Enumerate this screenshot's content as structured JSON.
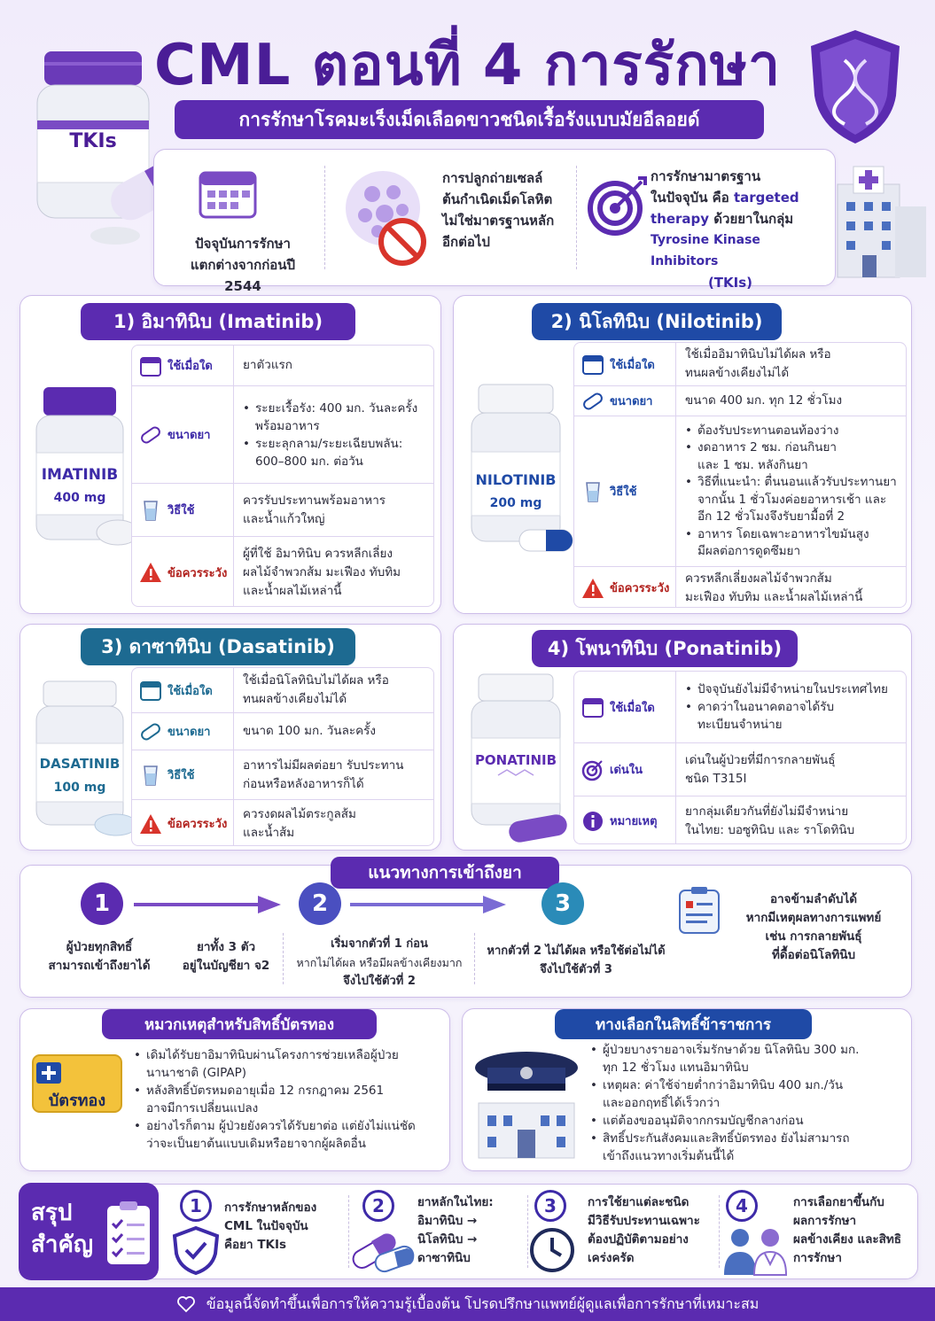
{
  "title": "CML ตอนที่ 4 การรักษา",
  "subtitle": "การรักษาโรคมะเร็งเม็ดเลือดขาวชนิดเรื้อรังแบบมัยอีลอยด์",
  "top_bottle_label": "TKIs",
  "intro": {
    "col1": [
      "ปัจจุบันการรักษา",
      "แตกต่างจากก่อนปี 2544"
    ],
    "col2": [
      "การปลูกถ่ายเซลล์",
      "ต้นกำเนิดเม็ดโลหิต",
      "ไม่ใช่มาตรฐานหลัก",
      "อีกต่อไป"
    ],
    "col3a": "การรักษามาตรฐาน",
    "col3b": "ในปัจจุบัน คือ ",
    "col3c": "targeted",
    "col3d": "therapy",
    "col3e": " ด้วยยาในกลุ่ม",
    "col3f": "Tyrosine Kinase Inhibitors",
    "col3g": "(TKIs)"
  },
  "labels": {
    "when": "ใช้เมื่อใด",
    "dose": "ขนาดยา",
    "how": "วิธีใช้",
    "warn": "ข้อควรระวัง",
    "used": "เด่นใน",
    "note": "หมายเหตุ"
  },
  "drug1": {
    "title": "1) อิมาทินิบ (Imatinib)",
    "bottle_name": "IMATINIB",
    "bottle_dose": "400 mg",
    "when": "ยาตัวแรก",
    "dose": [
      "ระยะเรื้อรัง: 400 มก. วันละครั้ง",
      "พร้อมอาหาร",
      "ระยะลุกลาม/ระยะเฉียบพลัน:",
      "600–800 มก. ต่อวัน"
    ],
    "how": [
      "ควรรับประทานพร้อมอาหาร",
      "และน้ำแก้วใหญ่"
    ],
    "warn": [
      "ผู้ที่ใช้ อิมาทินิบ ควรหลีกเลี่ยง",
      "ผลไม้จำพวกส้ม มะเฟือง ทับทิม",
      "และน้ำผลไม้เหล่านี้"
    ]
  },
  "drug2": {
    "title": "2) นิโลทินิบ (Nilotinib)",
    "bottle_name": "NILOTINIB",
    "bottle_dose": "200 mg",
    "when": [
      "ใช้เมื่ออิมาทินิบไม่ได้ผล หรือ",
      "ทนผลข้างเคียงไม่ได้"
    ],
    "dose": "ขนาด 400 มก. ทุก 12 ชั่วโมง",
    "how": [
      "ต้องรับประทานตอนท้องว่าง",
      "งดอาหาร 2 ชม. ก่อนกินยา",
      "และ 1 ชม. หลังกินยา",
      "วิธีที่แนะนำ: ตื่นนอนแล้วรับประทานยา",
      "จากนั้น 1 ชั่วโมงค่อยอาหารเช้า และ",
      "อีก 12 ชั่วโมงจึงรับยามื้อที่ 2",
      "อาหาร โดยเฉพาะอาหารไขมันสูง",
      "มีผลต่อการดูดซึมยา"
    ],
    "warn": [
      "ควรหลีกเลี่ยงผลไม้จำพวกส้ม",
      "มะเฟือง ทับทิม และน้ำผลไม้เหล่านี้"
    ]
  },
  "drug3": {
    "title": "3) ดาซาทินิบ (Dasatinib)",
    "bottle_name": "DASATINIB",
    "bottle_dose": "100 mg",
    "when": [
      "ใช้เมื่อนิโลทินิบไม่ได้ผล หรือ",
      "ทนผลข้างเคียงไม่ได้"
    ],
    "dose": "ขนาด 100 มก. วันละครั้ง",
    "how": [
      "อาหารไม่มีผลต่อยา รับประทาน",
      "ก่อนหรือหลังอาหารก็ได้"
    ],
    "warn": [
      "ควรงดผลไม้ตระกูลส้ม",
      "และน้ำส้ม"
    ]
  },
  "drug4": {
    "title": "4) โพนาทินิบ (Ponatinib)",
    "bottle_name": "PONATINIB",
    "when": [
      "ปัจจุบันยังไม่มีจำหน่ายในประเทศไทย",
      "คาดว่าในอนาคตอาจได้รับ",
      "ทะเบียนจำหน่าย"
    ],
    "used": [
      "เด่นในผู้ป่วยที่มีการกลายพันธุ์",
      "ชนิด T315I"
    ],
    "note": [
      "ยากลุ่มเดียวกันที่ยังไม่มีจำหน่าย",
      "ในไทย: บอซูทินิบ และ ราโดทินิบ"
    ]
  },
  "access": {
    "title": "แนวทางการเข้าถึงยา",
    "n1": "1",
    "n2": "2",
    "n3": "3",
    "t1": [
      "ผู้ป่วยทุกสิทธิ์",
      "สามารถเข้าถึงยาได้"
    ],
    "t2": [
      "ยาทั้ง 3 ตัว",
      "อยู่ในบัญชียา จ2"
    ],
    "t3a": "เริ่มจากตัวที่ 1 ก่อน",
    "t3b": "หากไม่ได้ผล หรือมีผลข้างเคียงมาก",
    "t3c": "จึงไปใช้ตัวที่ 2",
    "t4": [
      "หากตัวที่ 2 ไม่ได้ผล หรือใช้ต่อไม่ได้",
      "จึงไปใช้ตัวที่ 3"
    ],
    "t5": [
      "อาจข้ามลำดับได้",
      "หากมีเหตุผลทางการแพทย์",
      "เช่น การกลายพันธุ์",
      "ที่ดื้อต่อนิโลทินิบ"
    ]
  },
  "gold": {
    "title": "หมวกเหตุสำหรับสิทธิ์บัตรทอง",
    "card_label": "บัตรทอง",
    "items": [
      [
        "เดิมได้รับยาอิมาทินิบผ่านโครงการช่วยเหลือผู้ป่วย",
        "นานาชาติ (GIPAP)"
      ],
      [
        "หลังสิทธิ์บัตรหมดอายุเมื่อ 12 กรกฎาคม 2561",
        "อาจมีการเปลี่ยนแปลง"
      ],
      [
        "อย่างไรก็ตาม ผู้ป่วยยังควรได้รับยาต่อ แต่ยังไม่แน่ชัด",
        "ว่าจะเป็นยาต้นแบบเดิมหรือยาจากผู้ผลิตอื่น"
      ]
    ]
  },
  "civil": {
    "title": "ทางเลือกในสิทธิ์ข้าราชการ",
    "items": [
      [
        "ผู้ป่วยบางรายอาจเริ่มรักษาด้วย นิโลทินิบ 300 มก.",
        "ทุก 12 ชั่วโมง แทนอิมาทินิบ"
      ],
      [
        "เหตุผล: ค่าใช้จ่ายต่ำกว่าอิมาทินิบ 400 มก./วัน",
        "และออกฤทธิ์ได้เร็วกว่า"
      ],
      [
        "แต่ต้องขออนุมัติจากกรมบัญชีกลางก่อน"
      ],
      [
        "สิทธิ์ประกันสังคมและสิทธิ์บัตรทอง ยังไม่สามารถ",
        "เข้าถึงแนวทางเริ่มต้นนี้ได้"
      ]
    ]
  },
  "summary": {
    "title1": "สรุป",
    "title2": "สำคัญ",
    "n1": "1",
    "n2": "2",
    "n3": "3",
    "n4": "4",
    "t1": [
      "การรักษาหลักของ",
      "CML ในปัจจุบัน",
      "คือยา TKIs"
    ],
    "t2": [
      "ยาหลักในไทย:",
      "อิมาทินิบ →",
      "นิโลทินิบ →",
      "ดาซาทินิบ"
    ],
    "t3": [
      "การใช้ยาแต่ละชนิด",
      "มีวิธีรับประทานเฉพาะ",
      "ต้องปฏิบัติตามอย่าง",
      "เคร่งครัด"
    ],
    "t4": [
      "การเลือกยาขึ้นกับ",
      "ผลการรักษา",
      "ผลข้างเคียง และสิทธิ",
      "การรักษา"
    ]
  },
  "footer": "ข้อมูลนี้จัดทำขึ้นเพื่อการให้ความรู้เบื้องต้น โปรดปรึกษาแพทย์ผู้ดูแลเพื่อการรักษาที่เหมาะสม",
  "colors": {
    "primary": "#5b2bb0",
    "blue": "#1f4aa6",
    "teal": "#1d6a91",
    "warn": "#d8342b"
  }
}
